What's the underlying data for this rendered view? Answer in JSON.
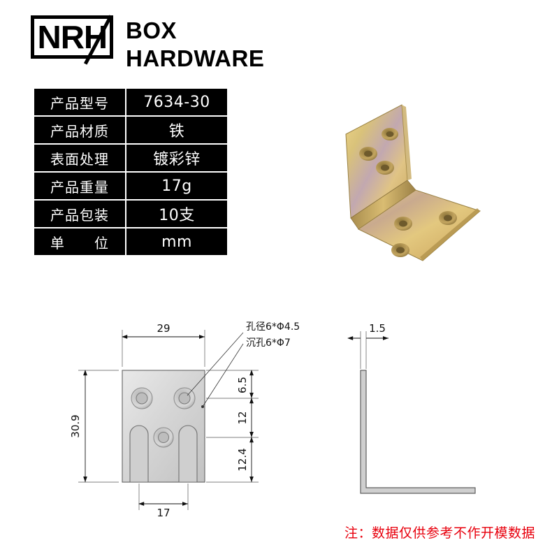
{
  "logo": {
    "mark_text": "NRH",
    "word_line1": "BOX",
    "word_line2": "HARDWARE"
  },
  "spec_table": {
    "rows": [
      {
        "label": "产品型号",
        "value": "7634-30"
      },
      {
        "label": "产品材质",
        "value": "铁"
      },
      {
        "label": "表面处理",
        "value": "镀彩锌"
      },
      {
        "label": "产品重量",
        "value": "17g"
      },
      {
        "label": "产品包装",
        "value": "10支"
      },
      {
        "label": "单　　位",
        "value": "mm"
      }
    ]
  },
  "drawing": {
    "front_view": {
      "width_dim": "29",
      "height_dim": "30.9",
      "bottom_dim": "17",
      "right_dims": [
        "6.5",
        "12",
        "12.4"
      ],
      "callout_line1": "孔径6*Φ4.5",
      "callout_line2": "沉孔6*Φ7"
    },
    "side_view": {
      "thickness_dim": "1.5"
    }
  },
  "note": "注：数据仅供参考不作开模数据"
}
